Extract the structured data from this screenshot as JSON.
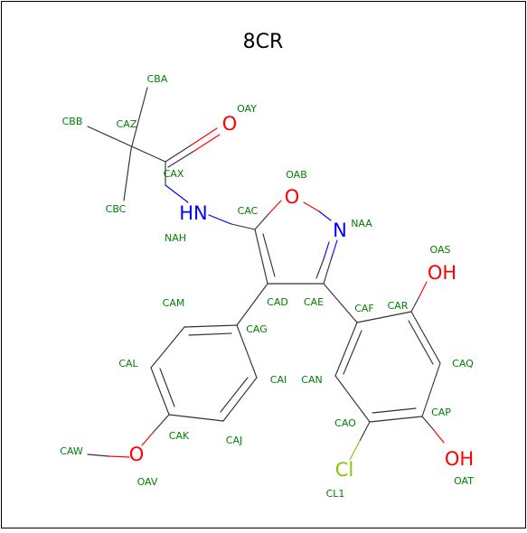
{
  "title": "8CR",
  "colors": {
    "carbon_label": "#008000",
    "carbon_bond": "#333333",
    "oxygen": "#ff0000",
    "nitrogen": "#0000ff",
    "chlorine": "#80cc00",
    "frame": "#000000"
  },
  "atom_labels": {
    "CBA": "CBA",
    "OAY": "OAY",
    "CBB": "CBB",
    "CAZ": "CAZ",
    "CAX": "CAX",
    "OAB": "OAB",
    "CBC": "CBC",
    "CAC": "CAC",
    "NAH": "NAH",
    "NAA": "NAA",
    "OAS": "OAS",
    "CAM": "CAM",
    "CAD": "CAD",
    "CAE": "CAE",
    "CAF": "CAF",
    "CAR": "CAR",
    "CAG": "CAG",
    "CAL": "CAL",
    "CAQ": "CAQ",
    "CAI": "CAI",
    "CAN": "CAN",
    "CAP": "CAP",
    "CAO": "CAO",
    "CAK": "CAK",
    "CAJ": "CAJ",
    "CAW": "CAW",
    "OAV": "OAV",
    "OAT": "OAT",
    "CL1": "CL1"
  },
  "element_labels": {
    "oay": "O",
    "oab": "O",
    "nah": "HN",
    "naa": "N",
    "oas": "OH",
    "oat": "OH",
    "oav": "O",
    "cl1": "Cl"
  }
}
